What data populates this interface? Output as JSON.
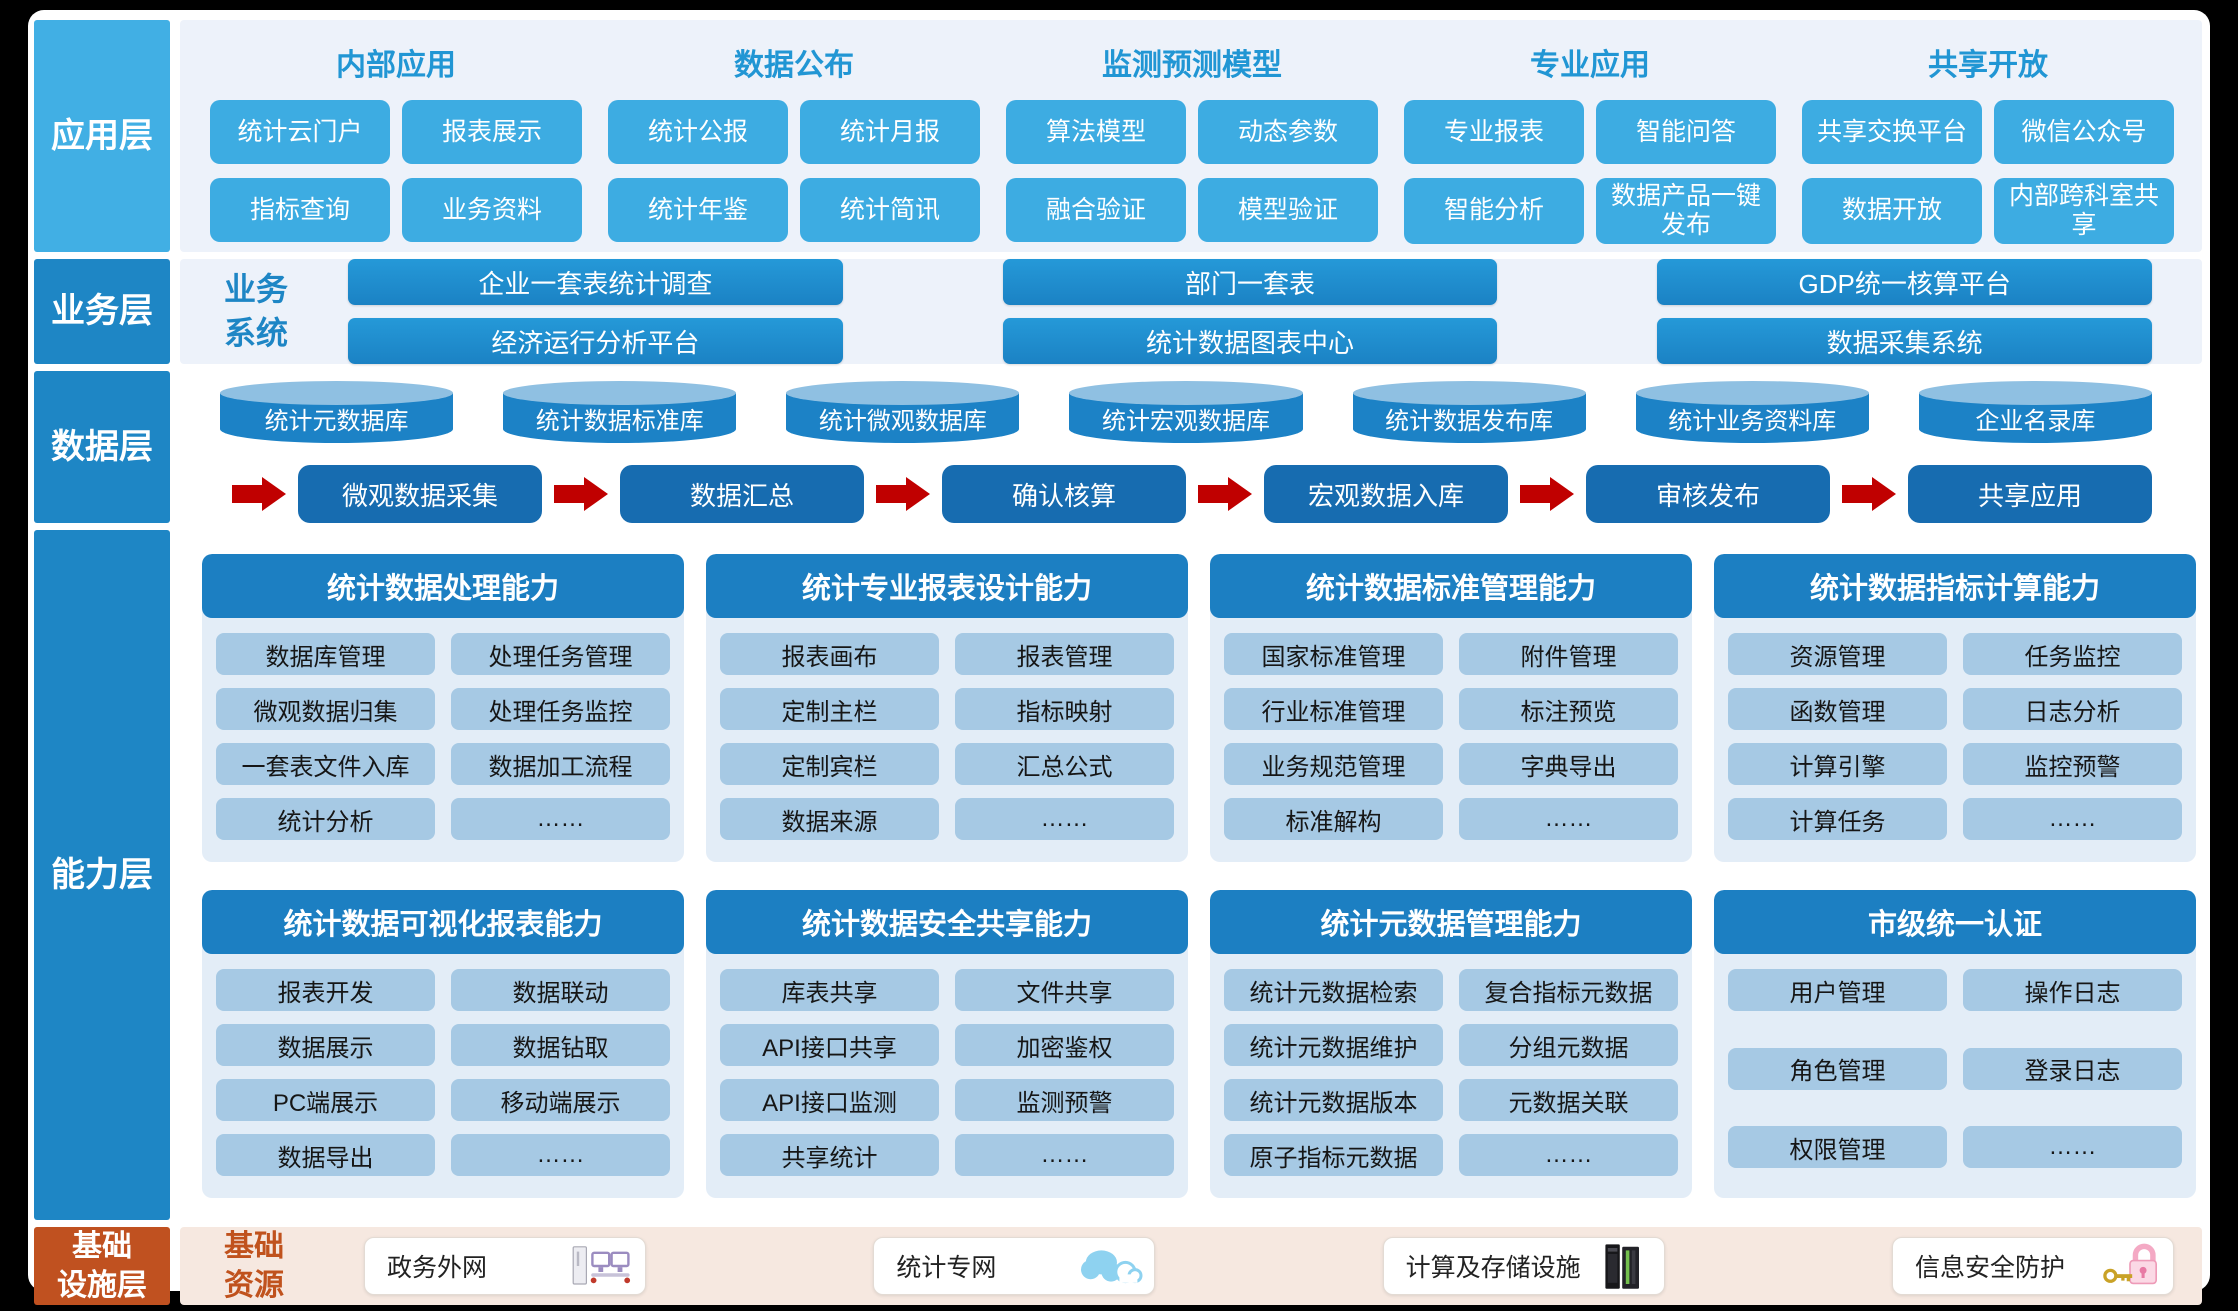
{
  "colors": {
    "app_label_bg": "#41AFE4",
    "layer_label_bg": "#1E86C5",
    "infra_label_bg": "#C05120",
    "app_box_bg": "#3DACE2",
    "group_title": "#2196D4",
    "content_bg": "#EDF2FA",
    "biz_bar_bg": "#1E90CF",
    "cylinder_body": "#1C82C6",
    "cylinder_top": "#8FC0E2",
    "flow_box_bg": "#176CB0",
    "arrow_red": "#C00000",
    "cap_card_bg": "#E3EDF7",
    "cap_header_bg": "#1C7FC2",
    "cap_item_bg": "#A6C9E4",
    "infra_bg": "#F6E8E0"
  },
  "app_layer": {
    "label": "应用层",
    "groups": [
      {
        "title": "内部应用",
        "items": [
          "统计云门户",
          "报表展示",
          "指标查询",
          "业务资料"
        ]
      },
      {
        "title": "数据公布",
        "items": [
          "统计公报",
          "统计月报",
          "统计年鉴",
          "统计简讯"
        ]
      },
      {
        "title": "监测预测模型",
        "items": [
          "算法模型",
          "动态参数",
          "融合验证",
          "模型验证"
        ]
      },
      {
        "title": "专业应用",
        "items": [
          "专业报表",
          "智能问答",
          "智能分析",
          "数据产品一键发布"
        ]
      },
      {
        "title": "共享开放",
        "items": [
          "共享交换平台",
          "微信公众号",
          "数据开放",
          "内部跨科室共享"
        ]
      }
    ]
  },
  "business_layer": {
    "label": "业务层",
    "sublabel": "业务\n系统",
    "columns": [
      [
        "企业一套表统计调查",
        "经济运行分析平台"
      ],
      [
        "部门一套表",
        "统计数据图表中心"
      ],
      [
        "GDP统一核算平台",
        "数据采集系统"
      ]
    ]
  },
  "data_layer": {
    "label": "数据层",
    "databases": [
      "统计元数据库",
      "统计数据标准库",
      "统计微观数据库",
      "统计宏观数据库",
      "统计数据发布库",
      "统计业务资料库",
      "企业名录库"
    ],
    "flow": [
      "微观数据采集",
      "数据汇总",
      "确认核算",
      "宏观数据入库",
      "审核发布",
      "共享应用"
    ]
  },
  "capability_layer": {
    "label": "能力层",
    "cards": [
      {
        "title": "统计数据处理能力",
        "items": [
          "数据库管理",
          "处理任务管理",
          "微观数据归集",
          "处理任务监控",
          "一套表文件入库",
          "数据加工流程",
          "统计分析",
          "……"
        ]
      },
      {
        "title": "统计专业报表设计能力",
        "items": [
          "报表画布",
          "报表管理",
          "定制主栏",
          "指标映射",
          "定制宾栏",
          "汇总公式",
          "数据来源",
          "……"
        ]
      },
      {
        "title": "统计数据标准管理能力",
        "items": [
          "国家标准管理",
          "附件管理",
          "行业标准管理",
          "标注预览",
          "业务规范管理",
          "字典导出",
          "标准解构",
          "……"
        ]
      },
      {
        "title": "统计数据指标计算能力",
        "items": [
          "资源管理",
          "任务监控",
          "函数管理",
          "日志分析",
          "计算引擎",
          "监控预警",
          "计算任务",
          "……"
        ]
      },
      {
        "title": "统计数据可视化报表能力",
        "items": [
          "报表开发",
          "数据联动",
          "数据展示",
          "数据钻取",
          "PC端展示",
          "移动端展示",
          "数据导出",
          "……"
        ]
      },
      {
        "title": "统计数据安全共享能力",
        "items": [
          "库表共享",
          "文件共享",
          "API接口共享",
          "加密鉴权",
          "API接口监测",
          "监测预警",
          "共享统计",
          "……"
        ]
      },
      {
        "title": "统计元数据管理能力",
        "items": [
          "统计元数据检索",
          "复合指标元数据",
          "统计元数据维护",
          "分组元数据",
          "统计元数据版本",
          "元数据关联",
          "原子指标元数据",
          "……"
        ]
      },
      {
        "title": "市级统一认证",
        "items": [
          "用户管理",
          "操作日志",
          "角色管理",
          "登录日志",
          "权限管理",
          "……"
        ]
      }
    ]
  },
  "infra_layer": {
    "label": "基础\n设施层",
    "sublabel": "基础\n资源",
    "items": [
      {
        "label": "政务外网",
        "icon": "workstation-icon"
      },
      {
        "label": "统计专网",
        "icon": "cloud-icon"
      },
      {
        "label": "计算及存储设施",
        "icon": "server-icon"
      },
      {
        "label": "信息安全防护",
        "icon": "lock-icon"
      }
    ]
  }
}
